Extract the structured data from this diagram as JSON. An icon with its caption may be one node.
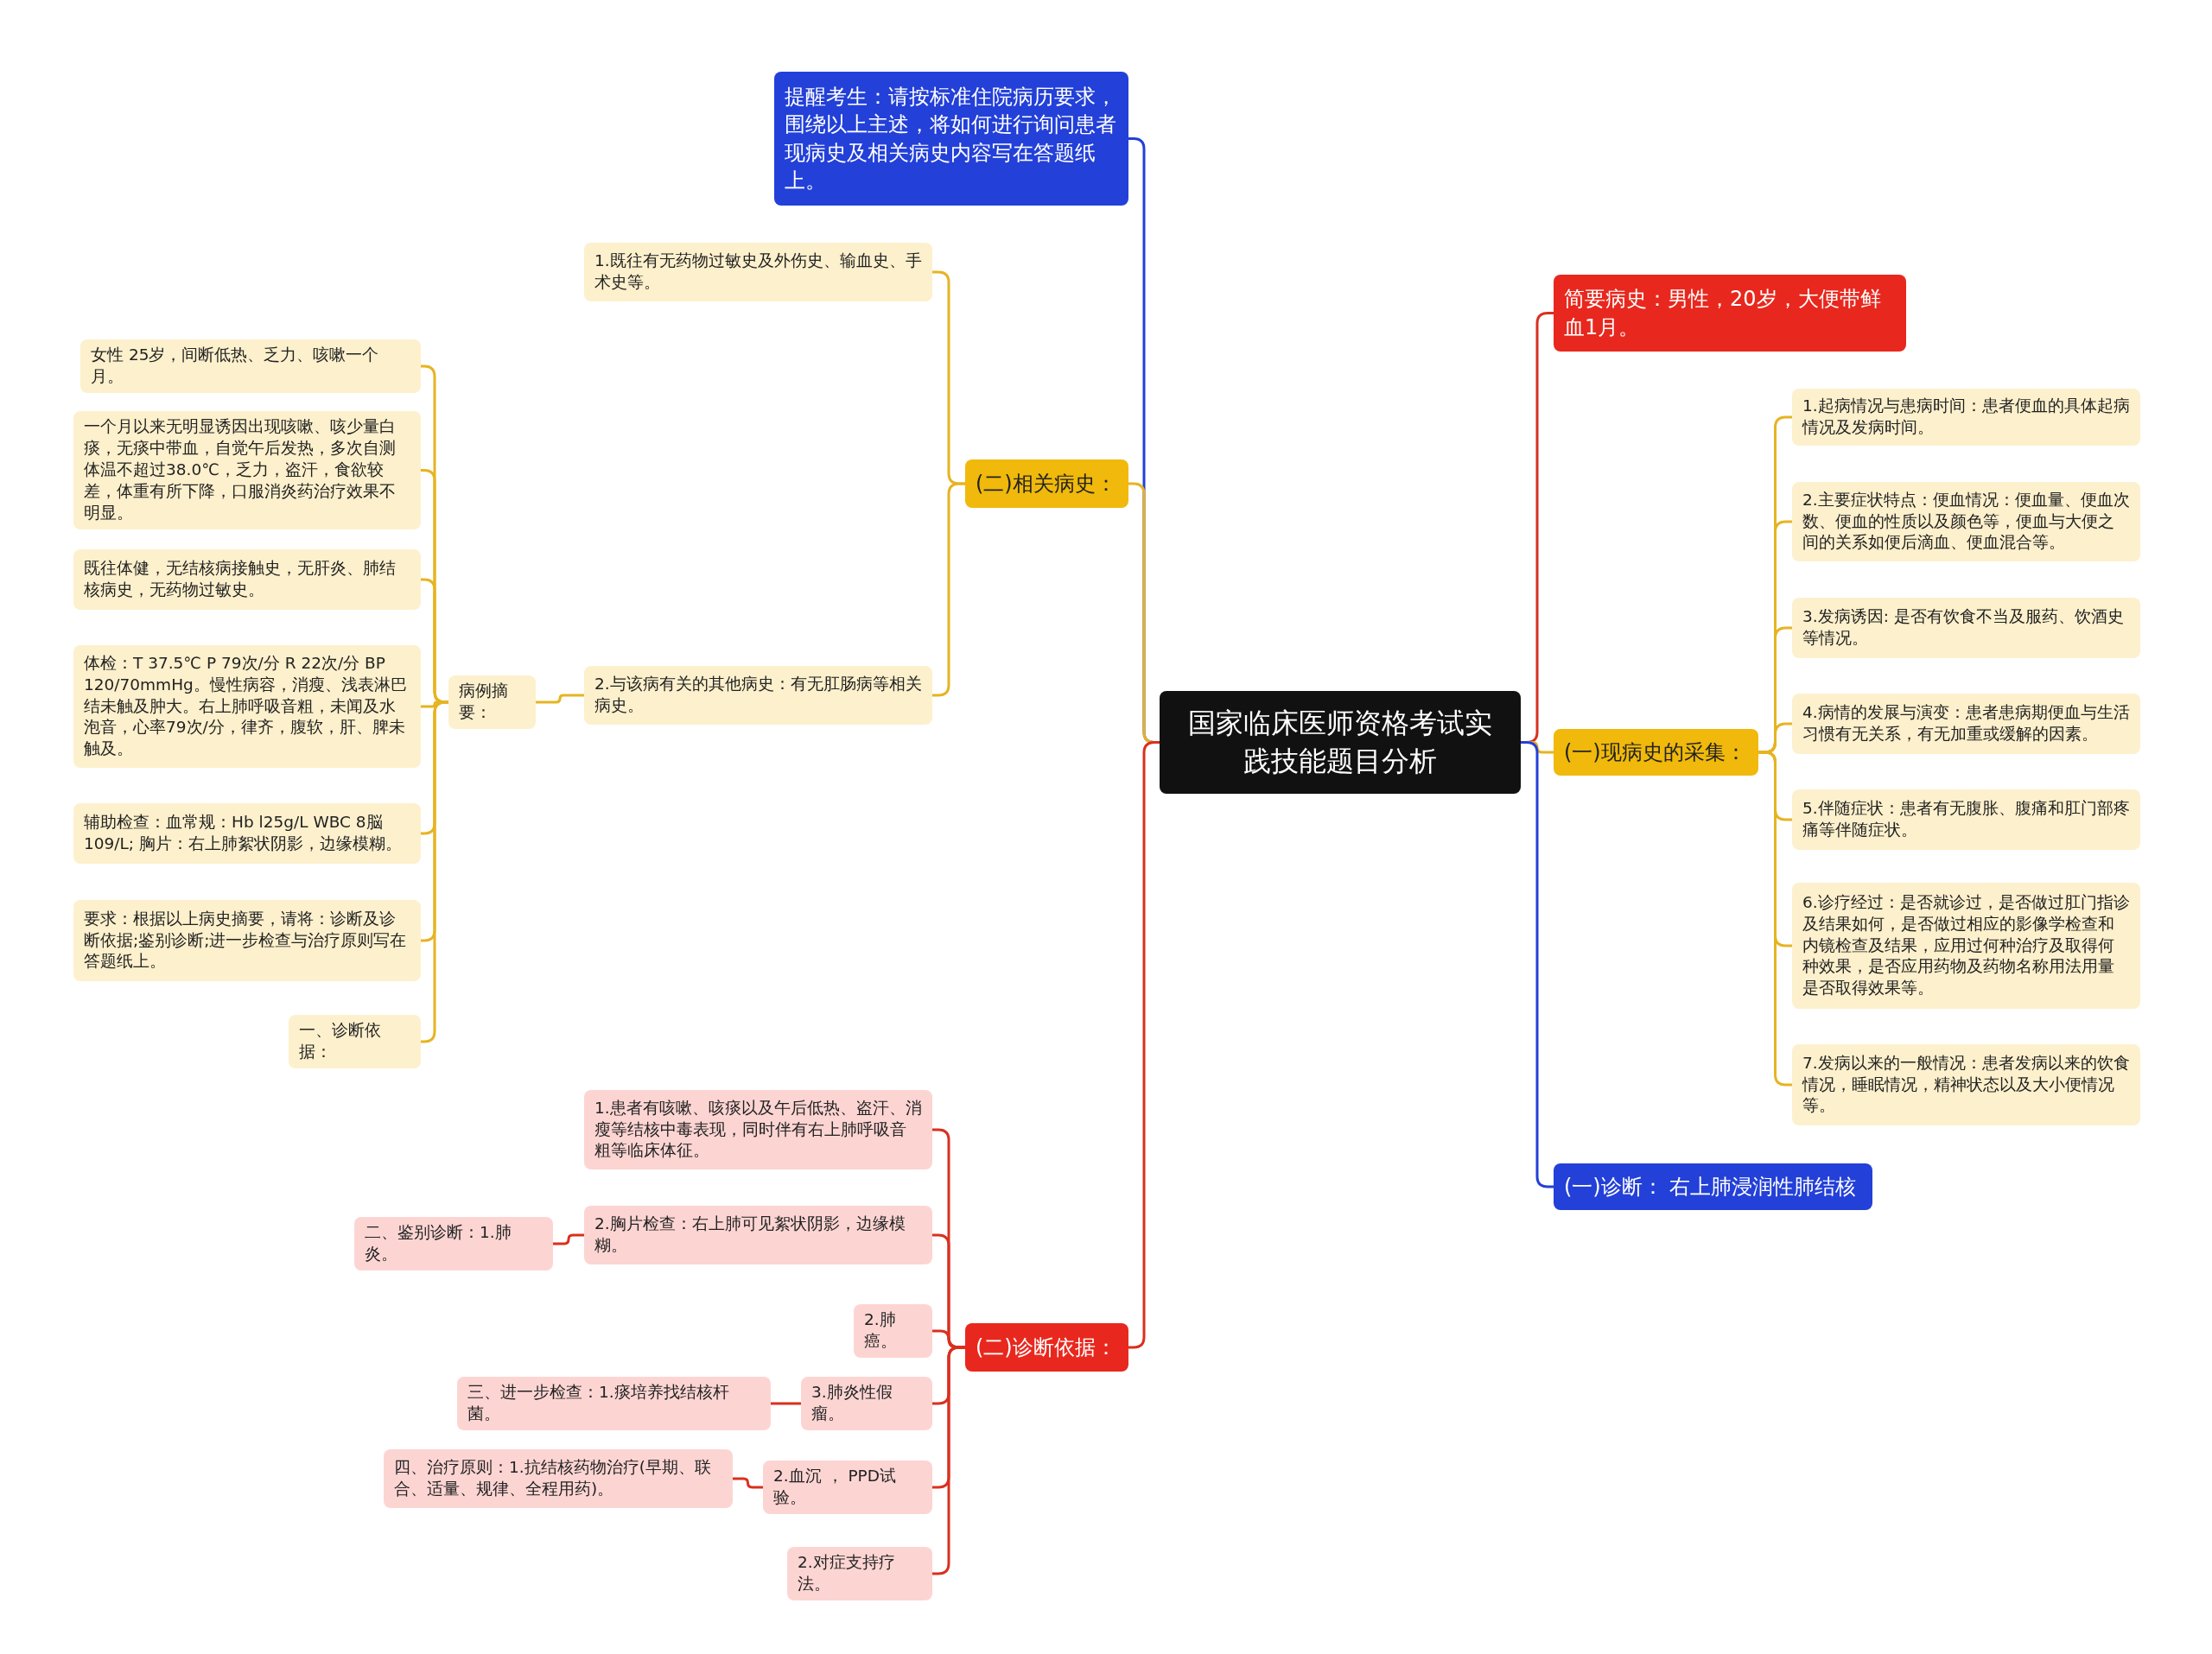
{
  "diagram": {
    "nodes": [
      {
        "text": [
          "国家临床医师资格考试实践技能题目分析"
        ]
      },
      {
        "text": [
          "简要病史：男性，20岁，大便带鲜血1月。"
        ]
      },
      {
        "text": [
          "(一)现病史的采集："
        ]
      },
      {
        "text": [
          "1.起病情况与患病时间：患者便血的具体起病情况及发病时间。"
        ]
      },
      {
        "text": [
          "2.主要症状特点：便血情况：便血量、便血次数、便血的性质以及颜色等，便血与大便之间的关系如便后滴血、便血混合等。"
        ]
      },
      {
        "text": [
          "3.发病诱因: 是否有饮食不当及服药、饮酒史等情况。"
        ]
      },
      {
        "text": [
          "4.病情的发展与演变：患者患病期便血与生活习惯有无关系，有无加重或缓解的因素。"
        ]
      },
      {
        "text": [
          "5.伴随症状：患者有无腹胀、腹痛和肛门部疼痛等伴随症状。"
        ]
      },
      {
        "text": [
          "6.诊疗经过：是否就诊过，是否做过肛门指诊及结果如何，是否做过相应的影像学检查和内镜检查及结果，应用过何种治疗及取得何种效果，是否应用药物及药物名称用法用量是否取得效果等。"
        ]
      },
      {
        "text": [
          "7.发病以来的一般情况：患者发病以来的饮食情况，睡眠情况，精神状态以及大小便情况等。"
        ]
      },
      {
        "text": [
          "(一)诊断：  右上肺浸润性肺结核"
        ]
      },
      {
        "text": [
          "提醒考生：请按标准住院病历要求，围绕以上主述，将如何进行询问患者现病史及相关病史内容写在答题纸上。"
        ]
      },
      {
        "text": [
          "(二)相关病史："
        ]
      },
      {
        "text": [
          "1.既往有无药物过敏史及外伤史、输血史、手术史等。"
        ]
      },
      {
        "text": [
          "2.与该病有关的其他病史：有无肛肠病等相关病史。"
        ]
      },
      {
        "text": [
          "病例摘要："
        ]
      },
      {
        "text": [
          "女性 25岁，间断低热、乏力、咳嗽一个月。"
        ]
      },
      {
        "text": [
          "一个月以来无明显诱因出现咳嗽、咳少量白痰，无痰中带血，自觉午后发热，多次自测体温不超过38.0℃，乏力，盗汗，食欲较差，体重有所下降，口服消炎药治疗效果不明显。"
        ]
      },
      {
        "text": [
          "既往体健，无结核病接触史，无肝炎、肺结核病史，无药物过敏史。"
        ]
      },
      {
        "text": [
          "体检：T 37.5℃ P 79次/分 R 22次/分 BP 120/70mmHg。慢性病容，消瘦、浅表淋巴结未触及肿大。右上肺呼吸音粗，未闻及水泡音，心率79次/分，律齐，腹软，肝、脾未触及。"
        ]
      },
      {
        "text": [
          "辅助检查：血常规：Hb l25g/L WBC 8脳109/L; 胸片：右上肺絮状阴影，边缘模糊。"
        ]
      },
      {
        "text": [
          "要求：根据以上病史摘要，请将：诊断及诊断依据;鉴别诊断;进一步检查与治疗原则写在答题纸上。"
        ]
      },
      {
        "text": [
          "一、诊断依据："
        ]
      },
      {
        "text": [
          "(二)诊断依据："
        ]
      },
      {
        "text": [
          "1.患者有咳嗽、咳痰以及午后低热、盗汗、消瘦等结核中毒表现，同时伴有右上肺呼吸音粗等临床体征。"
        ]
      },
      {
        "text": [
          "2.胸片检查：右上肺可见絮状阴影，边缘模糊。"
        ]
      },
      {
        "text": [
          "二、鉴别诊断：1.肺炎。"
        ]
      },
      {
        "text": [
          "2.肺癌。"
        ]
      },
      {
        "text": [
          "3.肺炎性假瘤。"
        ]
      },
      {
        "text": [
          "三、进一步检查：1.痰培养找结核杆菌。"
        ]
      },
      {
        "text": [
          "2.血沉 ， PPD试验。"
        ]
      },
      {
        "text": [
          "四、治疗原则：1.抗结核药物治疗(早期、联合、适量、规律、全程用药)。"
        ]
      },
      {
        "text": [
          "2.对症支持疗法。"
        ]
      }
    ],
    "edges": [
      {
        "from": 0,
        "to": 1,
        "arrow": "none",
        "color": "#d9301f"
      },
      {
        "from": 0,
        "to": 2,
        "arrow": "none"
      },
      {
        "from": 2,
        "to": 3,
        "arrow": "none"
      },
      {
        "from": 2,
        "to": 4,
        "arrow": "none"
      },
      {
        "from": 2,
        "to": 5,
        "arrow": "none"
      },
      {
        "from": 2,
        "to": 6,
        "arrow": "none"
      },
      {
        "from": 2,
        "to": 7,
        "arrow": "none"
      },
      {
        "from": 2,
        "to": 8,
        "arrow": "none"
      },
      {
        "from": 2,
        "to": 9,
        "arrow": "none"
      },
      {
        "from": 0,
        "to": 10,
        "arrow": "none",
        "color": "#2340d8"
      },
      {
        "from": 0,
        "to": 11,
        "arrow": "none",
        "color": "#2340d8"
      },
      {
        "from": 0,
        "to": 12,
        "arrow": "none"
      },
      {
        "from": 12,
        "to": 13,
        "arrow": "none"
      },
      {
        "from": 12,
        "to": 14,
        "arrow": "none"
      },
      {
        "from": 14,
        "to": 15,
        "arrow": "none"
      },
      {
        "from": 15,
        "to": 16,
        "arrow": "none"
      },
      {
        "from": 15,
        "to": 17,
        "arrow": "none"
      },
      {
        "from": 15,
        "to": 18,
        "arrow": "none"
      },
      {
        "from": 15,
        "to": 19,
        "arrow": "none"
      },
      {
        "from": 15,
        "to": 20,
        "arrow": "none"
      },
      {
        "from": 15,
        "to": 21,
        "arrow": "none"
      },
      {
        "from": 15,
        "to": 22,
        "arrow": "none"
      },
      {
        "from": 0,
        "to": 23,
        "arrow": "none",
        "color": "#d9301f"
      },
      {
        "from": 23,
        "to": 24,
        "arrow": "none",
        "color": "#d9301f"
      },
      {
        "from": 23,
        "to": 25,
        "arrow": "none",
        "color": "#d9301f"
      },
      {
        "from": 25,
        "to": 26,
        "arrow": "none",
        "color": "#d9301f"
      },
      {
        "from": 23,
        "to": 27,
        "arrow": "none",
        "color": "#d9301f"
      },
      {
        "from": 23,
        "to": 28,
        "arrow": "none",
        "color": "#d9301f"
      },
      {
        "from": 28,
        "to": 29,
        "arrow": "none",
        "color": "#d9301f"
      },
      {
        "from": 23,
        "to": 30,
        "arrow": "none",
        "color": "#d9301f"
      },
      {
        "from": 30,
        "to": 31,
        "arrow": "none",
        "color": "#d9301f"
      },
      {
        "from": 23,
        "to": 32,
        "arrow": "none",
        "color": "#d9301f"
      }
    ]
  }
}
